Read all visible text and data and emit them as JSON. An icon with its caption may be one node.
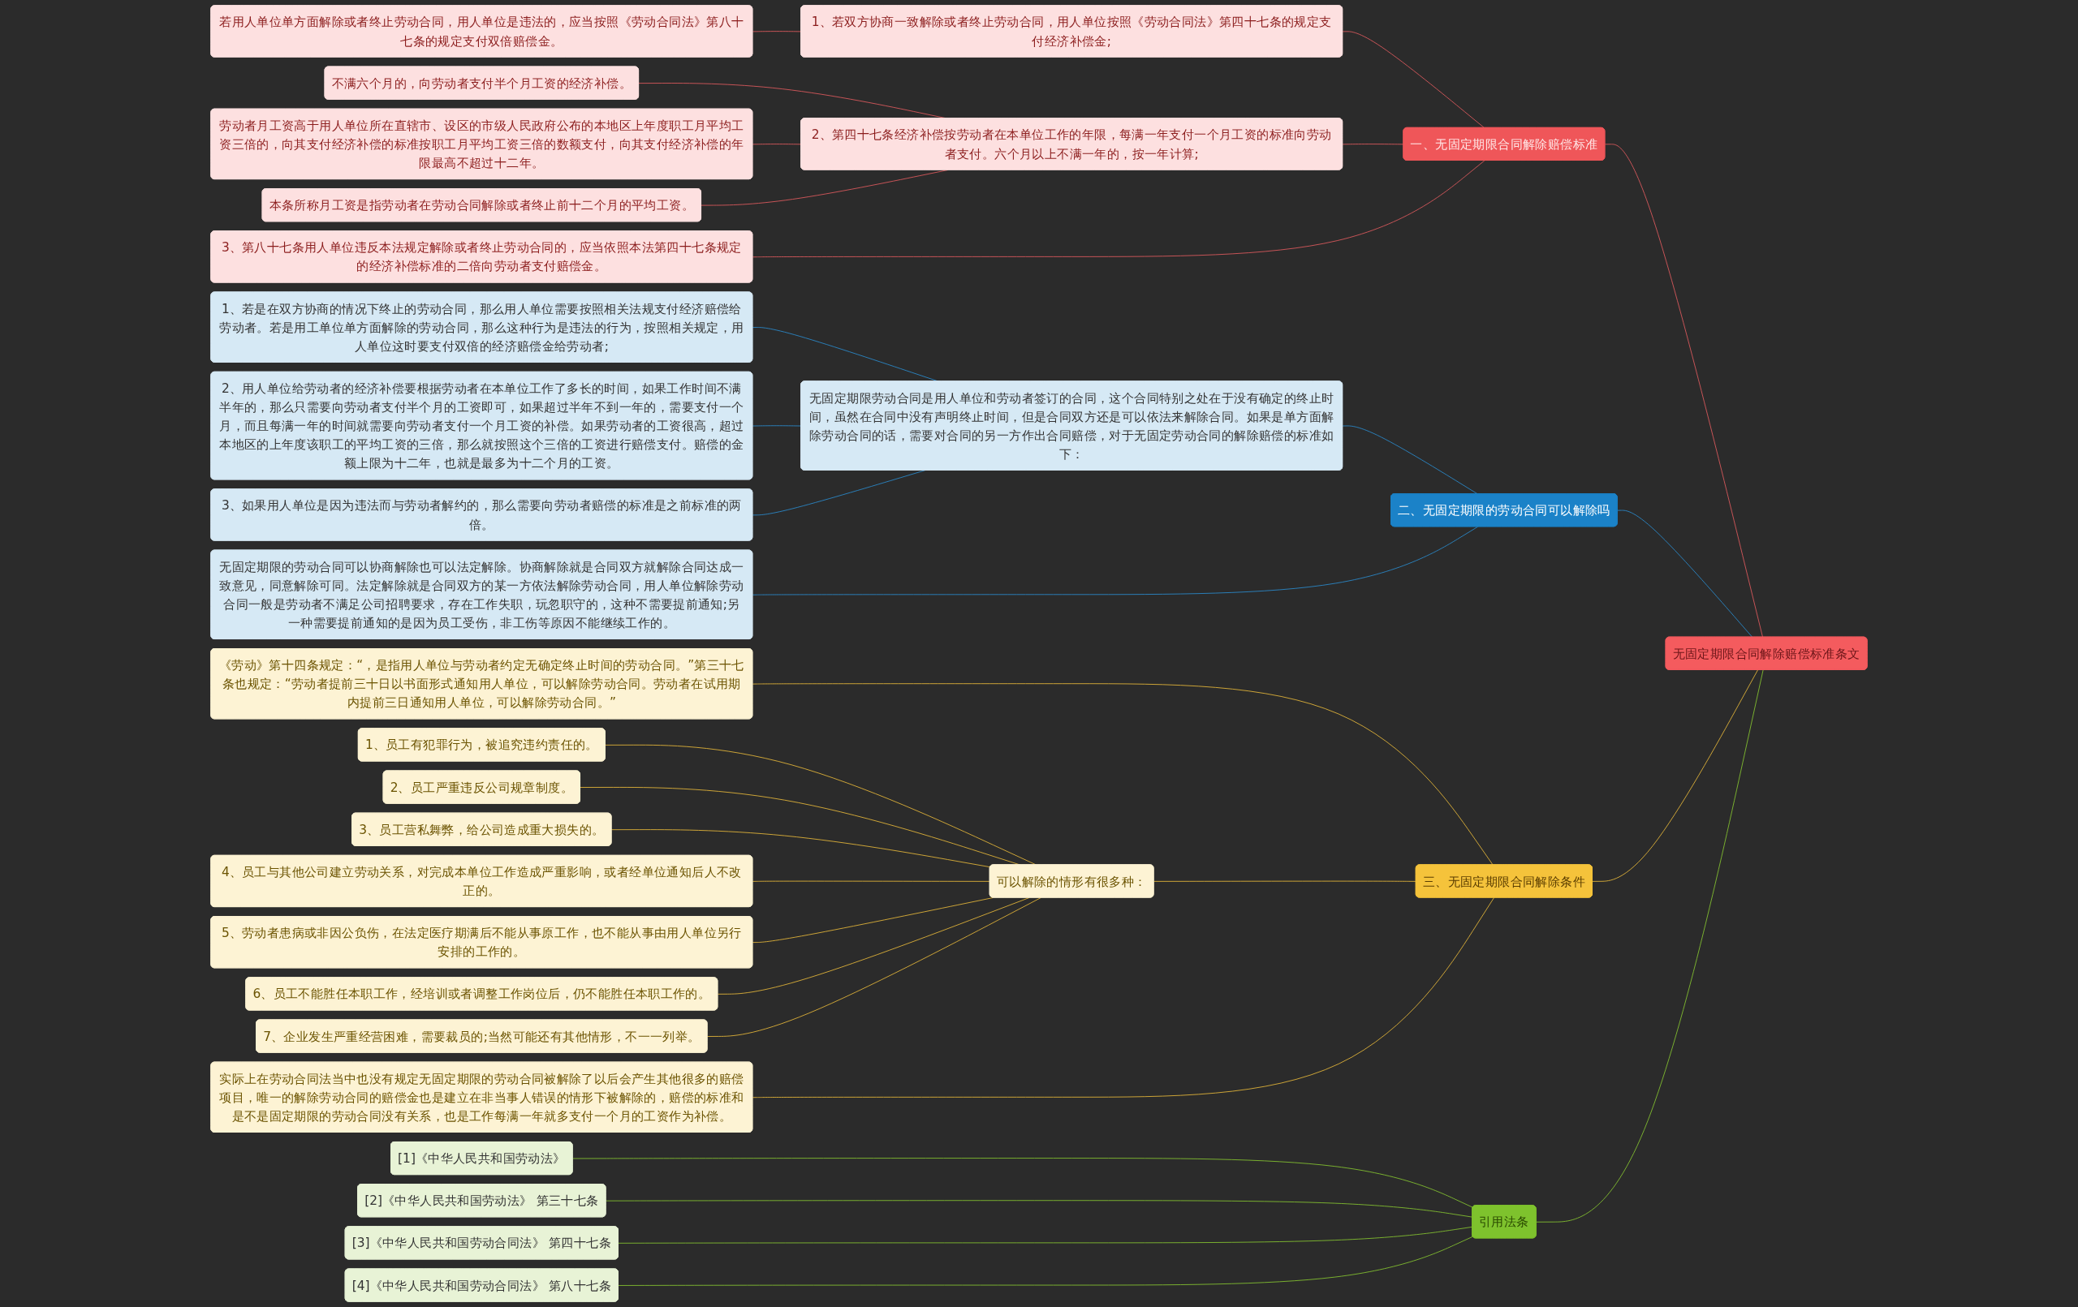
{
  "diagram": {
    "nodes": [
      {
        "text": [
          "无固定期限合同解除赔偿标准条文"
        ]
      },
      {
        "text": [
          "一、无固定期限合同解除赔偿标准"
        ]
      },
      {
        "text": [
          "1、若双方协商一致解除或者终止劳动合同，用人单位按照《劳动合同法》第四十七条的规定支付经济补偿金;"
        ]
      },
      {
        "text": [
          "若用人单位单方面解除或者终止劳动合同，用人单位是违法的，应当按照《劳动合同法》第八十七条的规定支付双倍赔偿金。"
        ]
      },
      {
        "text": [
          "2、第四十七条经济补偿按劳动者在本单位工作的年限，每满一年支付一个月工资的标准向劳动者支付。六个月以上不满一年的，按一年计算;"
        ]
      },
      {
        "text": [
          "不满六个月的，向劳动者支付半个月工资的经济补偿。"
        ]
      },
      {
        "text": [
          "劳动者月工资高于用人单位所在直辖市、设区的市级人民政府公布的本地区上年度职工月平均工资三倍的，向其支付经济补偿的标准按职工月平均工资三倍的数额支付，向其支付经济补偿的年限最高不超过十二年。"
        ]
      },
      {
        "text": [
          "本条所称月工资是指劳动者在劳动合同解除或者终止前十二个月的平均工资。"
        ]
      },
      {
        "text": [
          "3、第八十七条用人单位违反本法规定解除或者终止劳动合同的，应当依照本法第四十七条规定的经济补偿标准的二倍向劳动者支付赔偿金。"
        ]
      },
      {
        "text": [
          "二、无固定期限的劳动合同可以解除吗"
        ]
      },
      {
        "text": [
          "无固定期限劳动合同是用人单位和劳动者签订的合同，这个合同特别之处在于没有确定的终止时间，虽然在合同中没有声明终止时间，但是合同双方还是可以依法来解除合同。如果是单方面解除劳动合同的话，需要对合同的另一方作出合同赔偿，对于无固定劳动合同的解除赔偿的标准如下："
        ]
      },
      {
        "text": [
          "1、若是在双方协商的情况下终止的劳动合同，那么用人单位需要按照相关法规支付经济赔偿给劳动者。若是用工单位单方面解除的劳动合同，那么这种行为是违法的行为，按照相关规定，用人单位这时要支付双倍的经济赔偿金给劳动者;"
        ]
      },
      {
        "text": [
          "2、用人单位给劳动者的经济补偿要根据劳动者在本单位工作了多长的时间，如果工作时间不满半年的，那么只需要向劳动者支付半个月的工资即可，如果超过半年不到一年的，需要支付一个月，而且每满一年的时间就需要向劳动者支付一个月工资的补偿。如果劳动者的工资很高，超过本地区的上年度该职工的平均工资的三倍，那么就按照这个三倍的工资进行赔偿支付。赔偿的金额上限为十二年，也就是最多为十二个月的工资。"
        ]
      },
      {
        "text": [
          "3、如果用人单位是因为违法而与劳动者解约的，那么需要向劳动者赔偿的标准是之前标准的两倍。"
        ]
      },
      {
        "text": [
          "无固定期限的劳动合同可以协商解除也可以法定解除。协商解除就是合同双方就解除合同达成一致意见，同意解除可同。法定解除就是合同双方的某一方依法解除劳动合同，用人单位解除劳动合同一般是劳动者不满足公司招聘要求，存在工作失职，玩忽职守的，这种不需要提前通知;另一种需要提前通知的是因为员工受伤，非工伤等原因不能继续工作的。"
        ]
      },
      {
        "text": [
          "三、无固定期限合同解除条件"
        ]
      },
      {
        "text": [
          "《劳动》第十四条规定：“，是指用人单位与劳动者约定无确定终止时间的劳动合同。”第三十七条也规定：“劳动者提前三十日以书面形式通知用人单位，可以解除劳动合同。劳动者在试用期内提前三日通知用人单位，可以解除劳动合同。”"
        ]
      },
      {
        "text": [
          "可以解除的情形有很多种："
        ]
      },
      {
        "text": [
          "1、员工有犯罪行为，被追究违约责任的。"
        ]
      },
      {
        "text": [
          "2、员工严重违反公司规章制度。"
        ]
      },
      {
        "text": [
          "3、员工营私舞弊，给公司造成重大损失的。"
        ]
      },
      {
        "text": [
          "4、员工与其他公司建立劳动关系，对完成本单位工作造成严重影响，或者经单位通知后人不改正的。"
        ]
      },
      {
        "text": [
          "5、劳动者患病或非因公负伤，在法定医疗期满后不能从事原工作，也不能从事由用人单位另行安排的工作的。"
        ]
      },
      {
        "text": [
          "6、员工不能胜任本职工作，经培训或者调整工作岗位后，仍不能胜任本职工作的。"
        ]
      },
      {
        "text": [
          "7、企业发生严重经营困难，需要裁员的;当然可能还有其他情形，不一一列举。"
        ]
      },
      {
        "text": [
          "实际上在劳动合同法当中也没有规定无固定期限的劳动合同被解除了以后会产生其他很多的赔偿项目，唯一的解除劳动合同的赔偿金也是建立在非当事人错误的情形下被解除的，赔偿的标准和是不是固定期限的劳动合同没有关系，也是工作每满一年就多支付一个月的工资作为补偿。"
        ]
      },
      {
        "text": [
          "引用法条"
        ]
      },
      {
        "text": [
          "[1]《中华人民共和国劳动法》"
        ]
      },
      {
        "text": [
          "[2]《中华人民共和国劳动法》 第三十七条"
        ]
      },
      {
        "text": [
          "[3]《中华人民共和国劳动合同法》 第四十七条"
        ]
      },
      {
        "text": [
          "[4]《中华人民共和国劳动合同法》 第八十七条"
        ]
      }
    ],
    "edges": [
      {
        "from": 0,
        "to": 1,
        "arrow": "none",
        "color": "#e05a5e"
      },
      {
        "from": 1,
        "to": 2,
        "arrow": "none",
        "color": "#e05a5e"
      },
      {
        "from": 2,
        "to": 3,
        "arrow": "none",
        "color": "#e05a5e"
      },
      {
        "from": 1,
        "to": 4,
        "arrow": "none",
        "color": "#e05a5e"
      },
      {
        "from": 4,
        "to": 5,
        "arrow": "none",
        "color": "#e05a5e"
      },
      {
        "from": 4,
        "to": 6,
        "arrow": "none",
        "color": "#e05a5e"
      },
      {
        "from": 4,
        "to": 7,
        "arrow": "none",
        "color": "#e05a5e"
      },
      {
        "from": 1,
        "to": 8,
        "arrow": "none",
        "color": "#e05a5e"
      },
      {
        "from": 0,
        "to": 9,
        "arrow": "none",
        "color": "#2a8ccf"
      },
      {
        "from": 9,
        "to": 10,
        "arrow": "none",
        "color": "#2a8ccf"
      },
      {
        "from": 10,
        "to": 11,
        "arrow": "none",
        "color": "#2a8ccf"
      },
      {
        "from": 10,
        "to": 12,
        "arrow": "none",
        "color": "#2a8ccf"
      },
      {
        "from": 10,
        "to": 13,
        "arrow": "none",
        "color": "#2a8ccf"
      },
      {
        "from": 9,
        "to": 14,
        "arrow": "none",
        "color": "#2a8ccf"
      },
      {
        "from": 0,
        "to": 15,
        "arrow": "none"
      },
      {
        "from": 15,
        "to": 16,
        "arrow": "none"
      },
      {
        "from": 15,
        "to": 17,
        "arrow": "none"
      },
      {
        "from": 17,
        "to": 18,
        "arrow": "none"
      },
      {
        "from": 17,
        "to": 19,
        "arrow": "none"
      },
      {
        "from": 17,
        "to": 20,
        "arrow": "none"
      },
      {
        "from": 17,
        "to": 21,
        "arrow": "none"
      },
      {
        "from": 17,
        "to": 22,
        "arrow": "none"
      },
      {
        "from": 17,
        "to": 23,
        "arrow": "none"
      },
      {
        "from": 17,
        "to": 24,
        "arrow": "none"
      },
      {
        "from": 15,
        "to": 25,
        "arrow": "none"
      },
      {
        "from": 0,
        "to": 26,
        "arrow": "none",
        "color": "#86c530"
      },
      {
        "from": 26,
        "to": 27,
        "arrow": "none",
        "color": "#86c530"
      },
      {
        "from": 26,
        "to": 28,
        "arrow": "none",
        "color": "#86c530"
      },
      {
        "from": 26,
        "to": 29,
        "arrow": "none",
        "color": "#86c530"
      },
      {
        "from": 26,
        "to": 30,
        "arrow": "none",
        "color": "#86c530"
      }
    ]
  }
}
